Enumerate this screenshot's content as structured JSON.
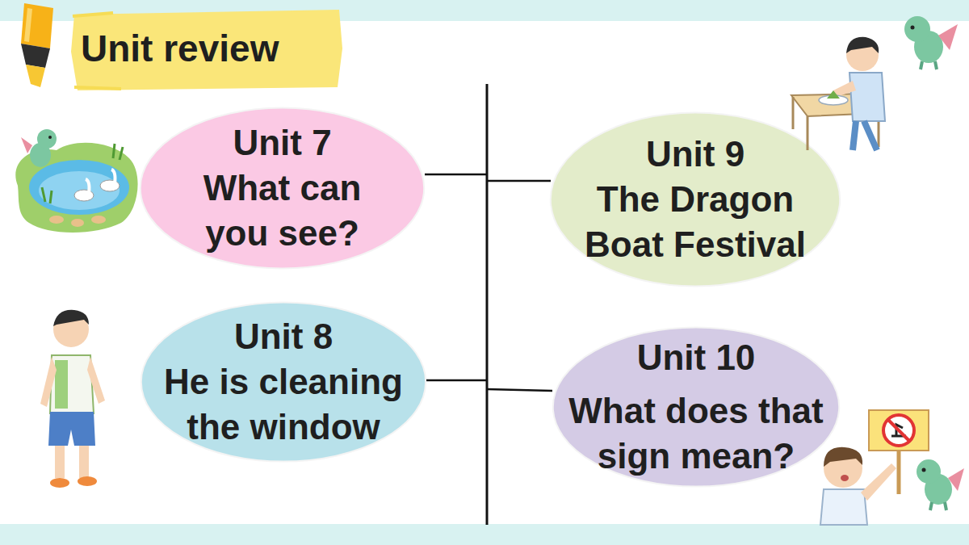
{
  "diagram": {
    "title": "Unit review",
    "nodes": [
      {
        "text": [
          "Unit 7",
          "What can you see?"
        ]
      },
      {
        "text": [
          "Unit 8",
          "He is cleaning the window"
        ]
      },
      {
        "text": [
          "Unit 9",
          "The Dragon Boat Festival"
        ]
      },
      {
        "text": [
          "Unit 10",
          "What does that sign mean?"
        ]
      }
    ]
  }
}
